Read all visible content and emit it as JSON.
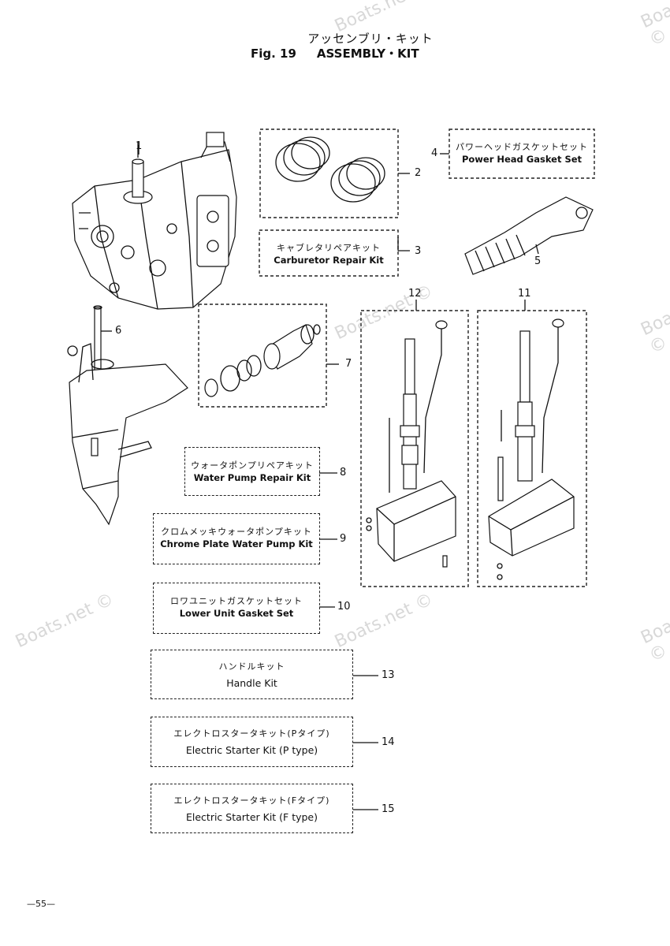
{
  "header": {
    "title_jp": "アッセンブリ・キット",
    "fig_label": "Fig. 19",
    "title_en": "ASSEMBLY・KIT"
  },
  "watermark": "Boats.net ©",
  "callouts": {
    "c1": "1",
    "c2": "2",
    "c3": "3",
    "c4": "4",
    "c5": "5",
    "c6": "6",
    "c7": "7",
    "c8": "8",
    "c9": "9",
    "c10": "10",
    "c11": "11",
    "c12": "12",
    "c13": "13",
    "c14": "14",
    "c15": "15"
  },
  "kits": {
    "power_head_gasket": {
      "jp": "パワーヘッドガスケットセット",
      "en": "Power Head Gasket Set"
    },
    "carburetor_repair": {
      "jp": "キャブレタリペアキット",
      "en": "Carburetor Repair Kit"
    },
    "water_pump_repair": {
      "jp": "ウォータポンプリペアキット",
      "en": "Water Pump Repair Kit"
    },
    "chrome_plate_water_pump": {
      "jp": "クロムメッキウォータポンプキット",
      "en": "Chrome Plate Water Pump Kit"
    },
    "lower_unit_gasket": {
      "jp": "ロワユニットガスケットセット",
      "en": "Lower Unit Gasket Set"
    },
    "handle": {
      "jp": "ハンドルキット",
      "en": "Handle Kit"
    },
    "electric_starter_p": {
      "jp": "エレクトロスタータキット(Pタイプ)",
      "en": "Electric Starter Kit (P type)"
    },
    "electric_starter_f": {
      "jp": "エレクトロスタータキット(Fタイプ)",
      "en": "Electric Starter Kit (F type)"
    }
  },
  "footer": {
    "page_number": "—55—"
  }
}
